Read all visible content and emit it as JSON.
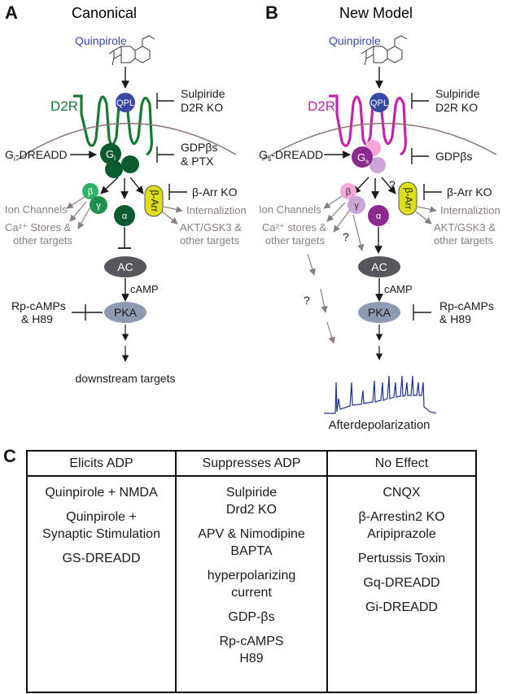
{
  "panel_a": {
    "letter": "A",
    "title": "Canonical",
    "agonist": "Quinpirole",
    "ligand": "QPL",
    "receptor": "D2R",
    "blocker_receptor": [
      "Sulpiride",
      "D2R KO"
    ],
    "dreadd_prefix": "G",
    "dreadd_sub": "i",
    "dreadd_suffix": "-DREADD",
    "g_alpha": "G",
    "g_alpha_sub": "i",
    "blocker_gprotein": [
      "GDPβs",
      "& PTX"
    ],
    "beta": "β",
    "gamma": "γ",
    "alpha": "α",
    "arrestin": "β-Arr",
    "blocker_arrestin": "β-Arr KO",
    "left_targets": [
      "Ion Channels",
      "Ca²⁺ Stores &",
      "other targets"
    ],
    "right_targets": [
      "Internaliztion",
      "AKT/GSK3 &",
      "other targets"
    ],
    "ac": "AC",
    "camp": "cAMP",
    "pka": "PKA",
    "blocker_pka": [
      "Rp-cAMPs",
      "& H89"
    ],
    "downstream": "downstream targets"
  },
  "panel_b": {
    "letter": "B",
    "title": "New Model",
    "agonist": "Quinpirole",
    "ligand": "QPL",
    "receptor": "D2R",
    "blocker_receptor": [
      "Sulpiride",
      "D2R KO"
    ],
    "dreadd_prefix": "G",
    "dreadd_sub": "s",
    "dreadd_suffix": "-DREADD",
    "g_alpha": "G",
    "g_alpha_sub": "s",
    "blocker_gprotein": "GDPβs",
    "beta": "β",
    "gamma": "γ",
    "alpha": "α",
    "arrestin": "β-Arr",
    "blocker_arrestin": "β-Arr KO",
    "left_targets": [
      "Ion Channels",
      "Ca²⁺ stores &",
      "other targets"
    ],
    "right_targets": [
      "Internaliztion",
      "AKT/GSK3 &",
      "other targets"
    ],
    "question": "?",
    "ac": "AC",
    "camp": "cAMP",
    "pka": "PKA",
    "blocker_pka": [
      "Rp-cAMPs",
      "& H89"
    ],
    "outcome": "Afterdepolarization"
  },
  "panel_c": {
    "letter": "C",
    "columns": [
      {
        "header": "Elicits ADP",
        "items": [
          "Quinpirole + NMDA",
          "Quinpirole +\nSynaptic Stimulation",
          "GS-DREADD"
        ]
      },
      {
        "header": "Suppresses ADP",
        "items": [
          "Sulpiride\nDrd2 KO",
          "APV & Nimodipine\nBAPTA",
          "hyperpolarizing\ncurrent",
          "GDP-βs",
          "Rp-cAMPS\nH89"
        ]
      },
      {
        "header": "No Effect",
        "items": [
          "CNQX",
          "β-Arrestin2 KO\nAripiprazole",
          "Pertussis Toxin",
          "Gq-DREADD",
          "Gi-DREADD"
        ]
      }
    ]
  },
  "colors": {
    "gi_dark": "#0c5a2f",
    "gi_mid": "#1f8f4e",
    "gi_light": "#2eb36a",
    "gs_dark": "#8a2a8e",
    "gs_pink": "#f4a7d6",
    "gs_lilac": "#c9a6d6",
    "arrestin": "#dede18",
    "node_grey": "#8e9ab0",
    "ac_dark": "#55575c",
    "receptor_green": "#167a35",
    "receptor_magenta": "#c026ac",
    "qpl_blue": "#3948a0",
    "membrane": "#8a7470",
    "trace": "#20308a"
  }
}
